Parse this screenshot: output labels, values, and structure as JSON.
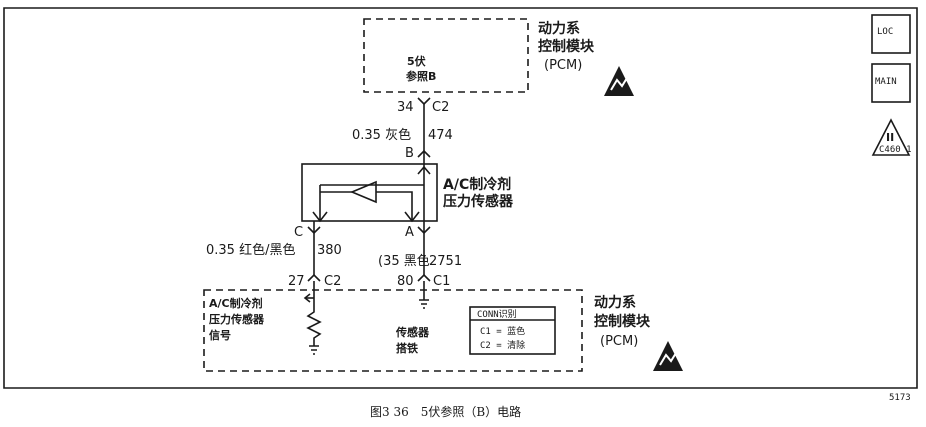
{
  "pcm_top": {
    "line1": "动力系",
    "line2": "控制模块",
    "line3": "(PCM)",
    "ref_line1": "5伏",
    "ref_line2": "参照B"
  },
  "pcm_bottom": {
    "line1": "动力系",
    "line2": "控制模块",
    "line3": "(PCM)"
  },
  "connector_top": {
    "pin": "34",
    "conn": "C2"
  },
  "wire_top": {
    "gauge_color": "0.35 灰色",
    "circuit": "474"
  },
  "sensor_pin_b": "B",
  "sensor_pin_c": "C",
  "sensor_pin_a": "A",
  "sensor": {
    "line1": "A/C制冷剂",
    "line2": "压力传感器"
  },
  "wire_left": {
    "gauge_color": "0.35 红色/黑色",
    "circuit": "380"
  },
  "wire_right": {
    "gauge_color": "(35 黑色",
    "circuit": "2751"
  },
  "connector_left": {
    "pin": "27",
    "conn": "C2"
  },
  "connector_right": {
    "pin": "80",
    "conn": "C1"
  },
  "internal_left": {
    "line1": "A/C制冷剂",
    "line2": "压力传感器",
    "line3": "信号"
  },
  "internal_right": {
    "line1": "传感器",
    "line2": "搭铁"
  },
  "conn_id": {
    "title": "CONN识别",
    "row1": "C1 = 蓝色",
    "row2": "C2 = 清除"
  },
  "side_icons": {
    "loc": "LOC",
    "main": "MAIN",
    "ii_label": "II",
    "ii_sub": "C460 1"
  },
  "figure_number": "5173",
  "caption": "图3 36　5伏参照（B）电路"
}
